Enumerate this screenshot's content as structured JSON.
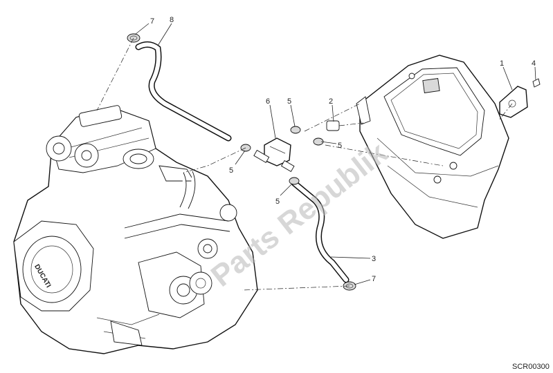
{
  "callouts": [
    "1",
    "2",
    "3",
    "4",
    "5",
    "5",
    "5",
    "5",
    "6",
    "7",
    "7",
    "8"
  ],
  "brand_mark": "DUCATI",
  "watermark_text": "Parts Republik",
  "drawing_code": "SCR00300",
  "colors": {
    "line": "#111111",
    "shade": "#d9d9d9",
    "background": "#ffffff"
  }
}
